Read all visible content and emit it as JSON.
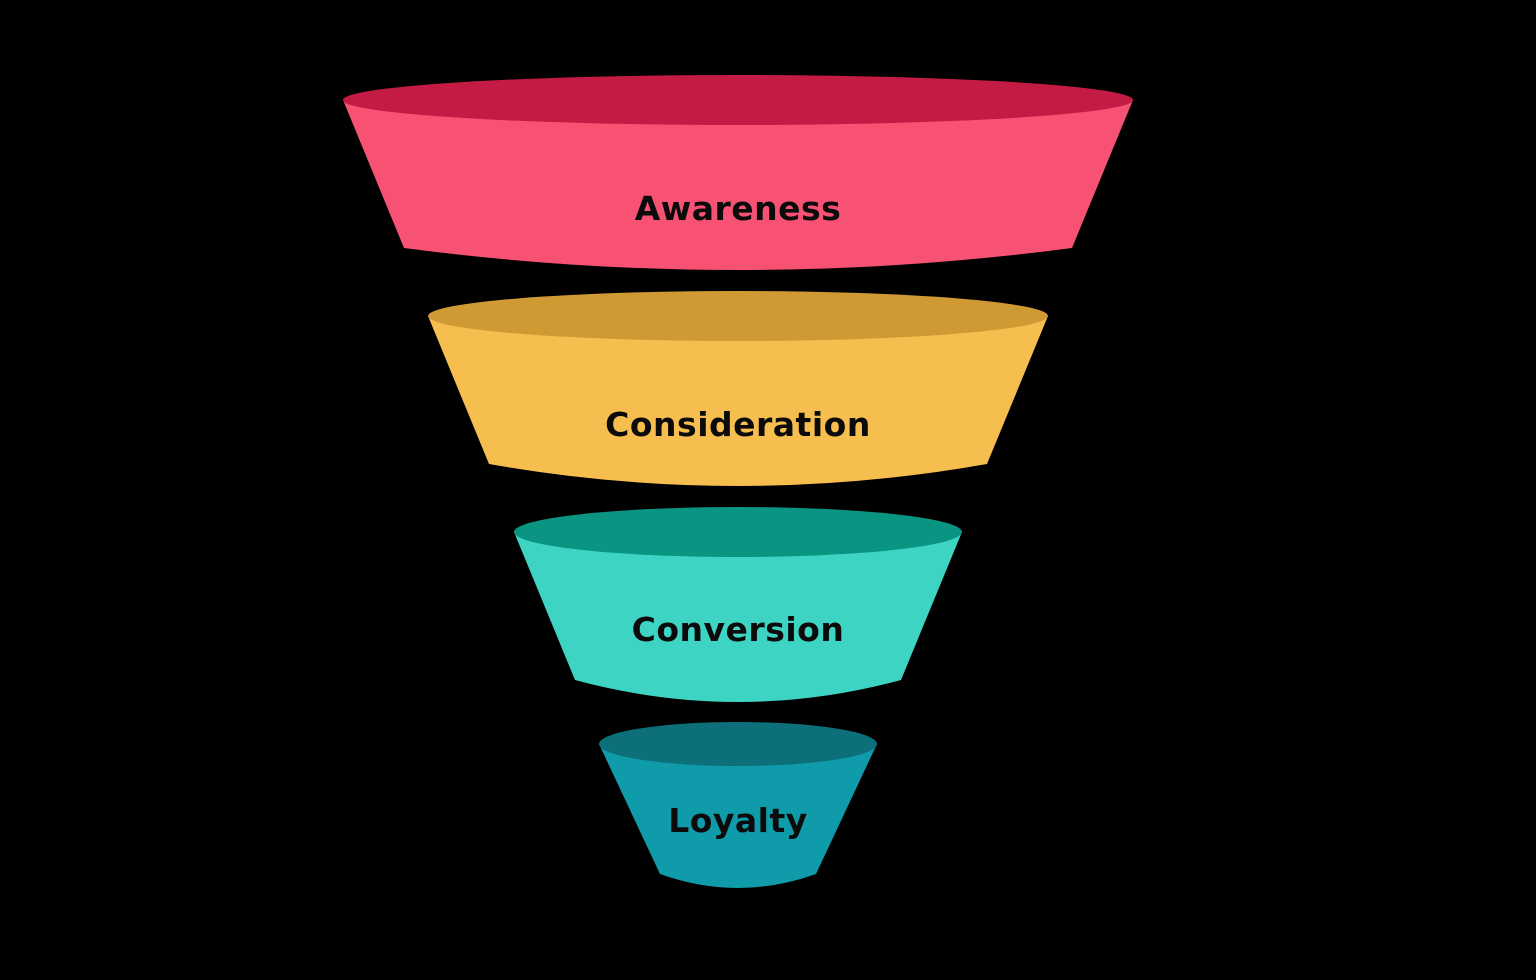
{
  "diagram": {
    "background": "#000000",
    "label_color": "#0b0b0b",
    "stages": [
      {
        "label": "Awareness",
        "body_color": "#f75273",
        "rim_color": "#c41b45"
      },
      {
        "label": "Consideration",
        "body_color": "#f5be4f",
        "rim_color": "#cf9a33"
      },
      {
        "label": "Conversion",
        "body_color": "#3dd4c4",
        "rim_color": "#0a9482"
      },
      {
        "label": "Loyalty",
        "body_color": "#0f9ba9",
        "rim_color": "#0d6f79"
      }
    ]
  }
}
